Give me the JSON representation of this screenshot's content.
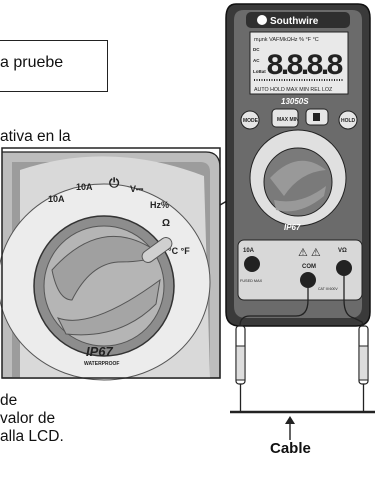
{
  "callout": {
    "text": "a pruebe"
  },
  "instructions": {
    "line_1": "ativa en la",
    "line_2": "de",
    "line_3": "valor de",
    "line_4": "alla LCD."
  },
  "meter": {
    "brand": "Southwire",
    "model": "13050S",
    "lcd_reading": "8.8.8.8",
    "lcd_top_row": "mμnk VAFMkΩHz % °F °C",
    "lcd_bottom_row": "AUTO HOLD MAX MIN REL LOZ",
    "lcd_left_flags": [
      "DC",
      "AC",
      "LoBat"
    ],
    "buttons": {
      "mode": "MODE",
      "maxmin": "MAX MIN",
      "light": "",
      "hold": "HOLD"
    },
    "rating": "IP67",
    "rating_sub": "WATERPROOF",
    "jack_10a": "10A",
    "jack_10a_note": "FUSED MAX",
    "jack_com": "COM",
    "jack_com_note": "CAT III 600V",
    "jack_v": "VΩ"
  },
  "dial": {
    "labels": [
      "10A",
      "10A",
      "⏻",
      "V⎓",
      "Hz%",
      "Ω",
      "°C °F"
    ]
  },
  "cable": {
    "label": "Cable"
  }
}
